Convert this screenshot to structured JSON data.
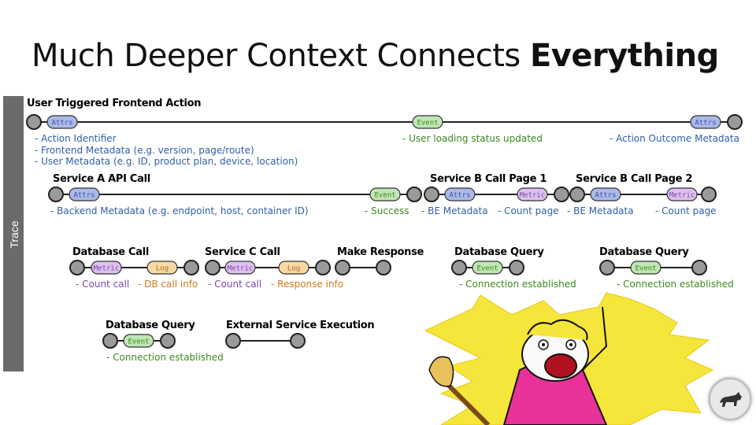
{
  "slide": {
    "title_plain": "Much Deeper Context Connects ",
    "title_bold": "Everything",
    "side_label": "Trace"
  },
  "spans": {
    "frontend": {
      "title": "User Triggered Frontend Action",
      "attrs_start": "Attrs",
      "event": "Event",
      "attrs_end": "Attrs",
      "notes_left": [
        "- Action Identifier",
        "- Frontend Metadata (e.g. version, page/route)",
        "- User Metadata (e.g. ID, product plan, device, location)"
      ],
      "note_event": "- User loading status updated",
      "note_end": "- Action Outcome Metadata"
    },
    "service_a": {
      "title": "Service A API Call",
      "attrs": "Attrs",
      "event": "Event",
      "note_attrs": "- Backend Metadata (e.g. endpoint, host, container ID)",
      "note_event": "- Success"
    },
    "service_b1": {
      "title": "Service B Call Page 1",
      "attrs": "Attrs",
      "metric": "Metric",
      "note_attrs": "- BE Metadata",
      "note_metric": "- Count page"
    },
    "service_b2": {
      "title": "Service B Call Page 2",
      "attrs": "Attrs",
      "metric": "Metric",
      "note_attrs": "- BE Metadata",
      "note_metric": "- Count page"
    },
    "db_call": {
      "title": "Database Call",
      "metric": "Metric",
      "log": "Log",
      "note_metric": "- Count call",
      "note_log": "- DB call info"
    },
    "service_c": {
      "title": "Service C Call",
      "metric": "Metric",
      "log": "Log",
      "note_metric": "- Count call",
      "note_log": "- Response info"
    },
    "make_response": {
      "title": "Make Response"
    },
    "db_query_1": {
      "title": "Database Query",
      "event": "Event",
      "note": "- Connection established"
    },
    "db_query_2": {
      "title": "Database Query",
      "event": "Event",
      "note": "- Connection established"
    },
    "db_query_3": {
      "title": "Database Query",
      "event": "Event",
      "note": "- Connection established"
    },
    "external": {
      "title": "External Service Execution"
    }
  },
  "colors": {
    "attrs_fill": "#aab9e8",
    "attrs_text": "#3a4fa0",
    "event_fill": "#bfe6b3",
    "event_text": "#3c8a1e",
    "metric_fill": "#dcc0ee",
    "metric_text": "#7d46a8",
    "log_fill": "#f6d9a3",
    "log_text": "#b5651d",
    "node_fill": "#9a9a9a",
    "line": "#222222"
  },
  "illustration": "meme-cartoon-broom"
}
